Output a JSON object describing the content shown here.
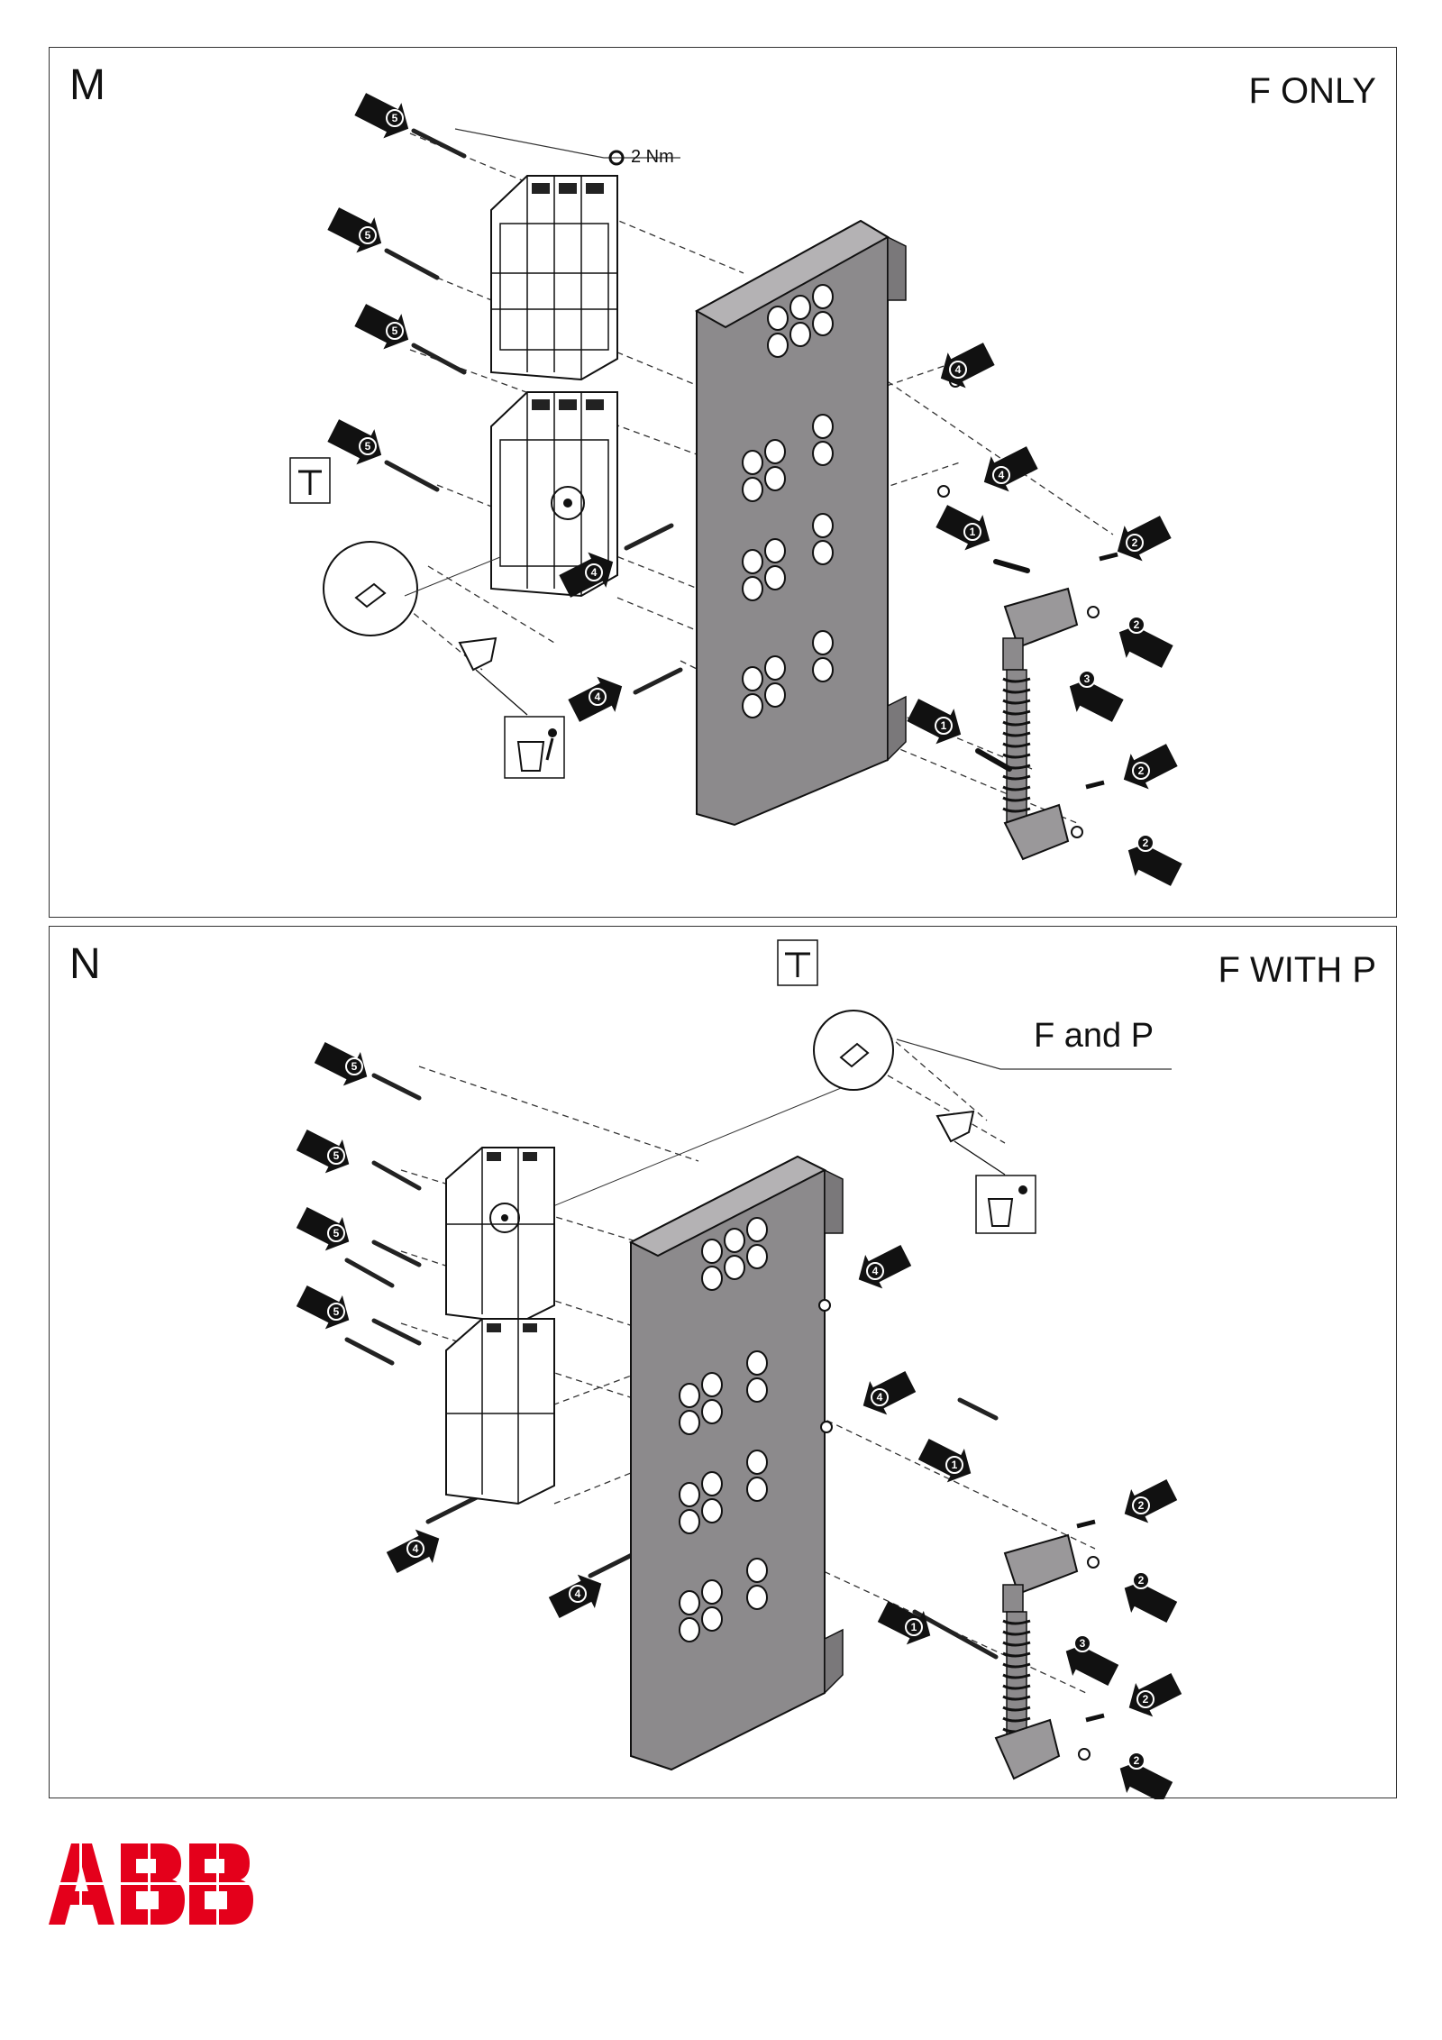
{
  "panels": [
    {
      "id": "M",
      "letter": "M",
      "variant": "F ONLY",
      "torque": "2 Nm"
    },
    {
      "id": "N",
      "letter": "N",
      "variant": "F WITH P",
      "callout": "F and P"
    }
  ],
  "step_badges_m": [
    "5",
    "5",
    "5",
    "5",
    "4",
    "4",
    "4",
    "4",
    "1",
    "1",
    "2",
    "2",
    "2",
    "2",
    "3"
  ],
  "step_badges_n": [
    "5",
    "5",
    "5",
    "5",
    "4",
    "4",
    "4",
    "4",
    "1",
    "1",
    "2",
    "2",
    "2",
    "2",
    "3"
  ],
  "icons": [
    "hammer-icon",
    "recycle-bin-icon",
    "torque-wrench-icon",
    "arrow-icon"
  ],
  "brand": {
    "logo_text": "ABB",
    "color": "#e4001b"
  }
}
